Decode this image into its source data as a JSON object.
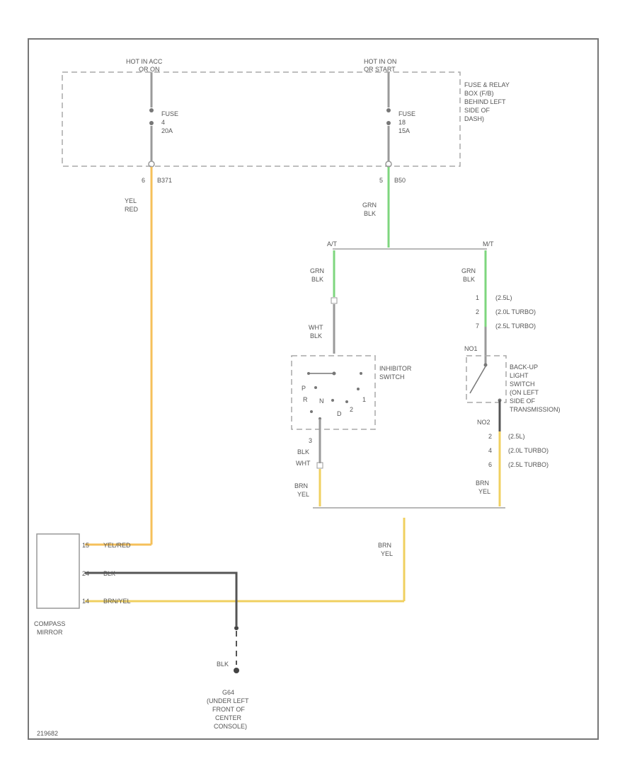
{
  "diagram": {
    "power": {
      "hot_left": [
        "HOT IN ACC",
        "OR ON"
      ],
      "hot_right": [
        "HOT IN ON",
        "OR START"
      ]
    },
    "fuse_box": {
      "label": [
        "FUSE & RELAY",
        "BOX (F/B)",
        "BEHIND LEFT",
        "SIDE OF",
        "DASH)"
      ],
      "fuse_a": {
        "name": "FUSE",
        "number": "4",
        "rating": "20A",
        "pin": "6",
        "circuit": "B371"
      },
      "fuse_b": {
        "name": "FUSE",
        "number": "18",
        "rating": "15A",
        "pin": "5",
        "circuit": "B50"
      }
    },
    "wires": {
      "yel_red": [
        "YEL",
        "RED"
      ],
      "grn_blk_main": [
        "GRN",
        "BLK"
      ],
      "grn_blk_left": [
        "GRN",
        "BLK"
      ],
      "grn_blk_right": [
        "GRN",
        "BLK"
      ],
      "wht_blk": [
        "WHT",
        "BLK"
      ],
      "blk_wht": [
        "BLK",
        "WHT"
      ],
      "brn_yel_left": [
        "BRN",
        "YEL"
      ],
      "brn_yel_right": [
        "BRN",
        "YEL"
      ],
      "brn_yel_main": [
        "BRN",
        "YEL"
      ]
    },
    "branches": {
      "at": "A/T",
      "mt": "M/T"
    },
    "inhibitor": {
      "label": [
        "INHIBITOR",
        "SWITCH"
      ],
      "positions": [
        "P",
        "R",
        "N",
        "D",
        "2",
        "1"
      ],
      "pin_bottom": "3"
    },
    "backup_switch": {
      "label": [
        "BACK-UP",
        "LIGHT",
        "SWITCH",
        "(ON LEFT",
        "SIDE OF",
        "TRANSMISSION)"
      ],
      "top_note": "NO1",
      "bottom_note": "NO2",
      "top_pins": [
        {
          "pin": "1",
          "note": "(2.5L)"
        },
        {
          "pin": "2",
          "note": "(2.0L TURBO)"
        },
        {
          "pin": "7",
          "note": "(2.5L TURBO)"
        }
      ],
      "bottom_pins": [
        {
          "pin": "2",
          "note": "(2.5L)"
        },
        {
          "pin": "4",
          "note": "(2.0L TURBO)"
        },
        {
          "pin": "6",
          "note": "(2.5L TURBO)"
        }
      ]
    },
    "mirror": {
      "label": [
        "COMPASS",
        "MIRROR"
      ],
      "pins": [
        {
          "pin": "15",
          "wire": "YEL/RED"
        },
        {
          "pin": "24",
          "wire": "BLK"
        },
        {
          "pin": "14",
          "wire": "BRN/YEL"
        }
      ]
    },
    "ground": {
      "wire": "BLK",
      "label": [
        "G64",
        "(UNDER LEFT",
        "FRONT OF",
        "CENTER",
        "CONSOLE)"
      ]
    },
    "figure_id": "219682"
  }
}
